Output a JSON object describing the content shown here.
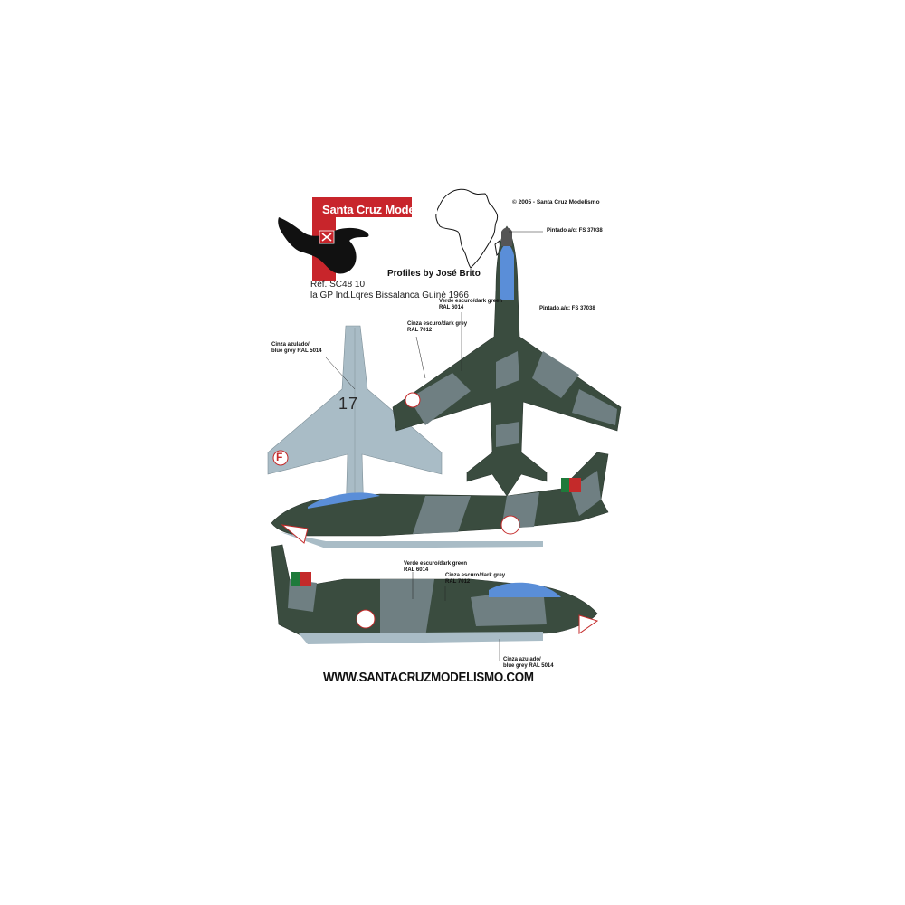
{
  "brand": {
    "name": "Santa Cruz Modelismo"
  },
  "copyright": "© 2005 - Santa Cruz Modelismo",
  "credit": "Profiles by José Brito",
  "reference": {
    "line1": "Ref. SC48 10",
    "line2": "la GP Ind.Lqres   Bissalanca   Guiné 1966"
  },
  "top_view_notes": {
    "pitot_top": "Pintado a/c: FS 37038",
    "pitot_wing": "Pintado a/c: FS 37038",
    "green": [
      "Verde escuro/dark green",
      "RAL 6014"
    ],
    "grey": [
      "Cinza escuro/dark grey",
      "RAL 7012"
    ],
    "under": [
      "Cinza azulado/",
      "blue grey RAL 5014"
    ]
  },
  "side_view_notes": {
    "green": [
      "Verde escuro/dark green",
      "RAL 6014"
    ],
    "grey": [
      "Cinza escuro/dark grey",
      "RAL 7012"
    ],
    "under": [
      "Cinza azulado/",
      "blue grey RAL 5014"
    ]
  },
  "markings": {
    "underside_serial": "17",
    "nose_code": "F"
  },
  "colors": {
    "brand_red": "#c8252b",
    "dark_green": "#3a4c3f",
    "dark_grey": "#6f7f82",
    "blue_grey": "#a9bcc6",
    "canopy_blue": "#5a8ed8",
    "flag_green": "#1f7a3a",
    "flag_red": "#c42a2a"
  },
  "website": "WWW.SANTACRUZMODELISMO.COM"
}
